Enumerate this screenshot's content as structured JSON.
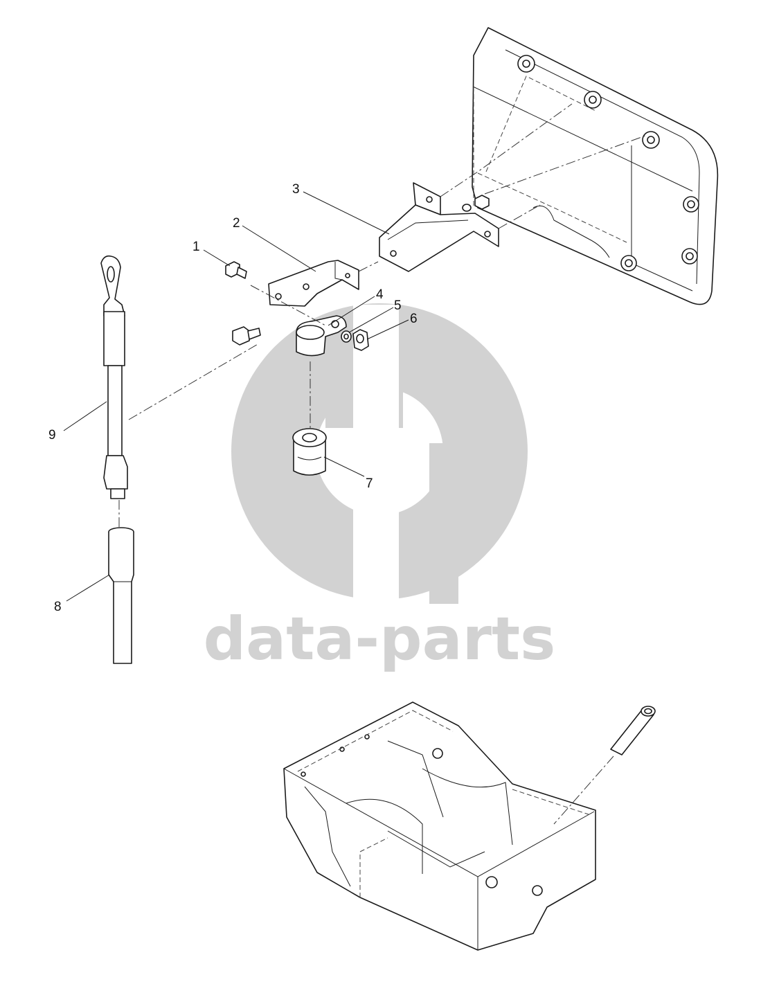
{
  "watermark": {
    "brand_text": "data-parts",
    "color": "#d2d2d2"
  },
  "callouts": [
    {
      "number": "1",
      "part": "bolt"
    },
    {
      "number": "2",
      "part": "bracket"
    },
    {
      "number": "3",
      "part": "support-bracket"
    },
    {
      "number": "4",
      "part": "clamp"
    },
    {
      "number": "5",
      "part": "washer"
    },
    {
      "number": "6",
      "part": "nut"
    },
    {
      "number": "7",
      "part": "grommet"
    },
    {
      "number": "8",
      "part": "guide-tube"
    },
    {
      "number": "9",
      "part": "dipstick"
    }
  ],
  "colors": {
    "line": "#1a1a1a",
    "background": "#ffffff"
  }
}
